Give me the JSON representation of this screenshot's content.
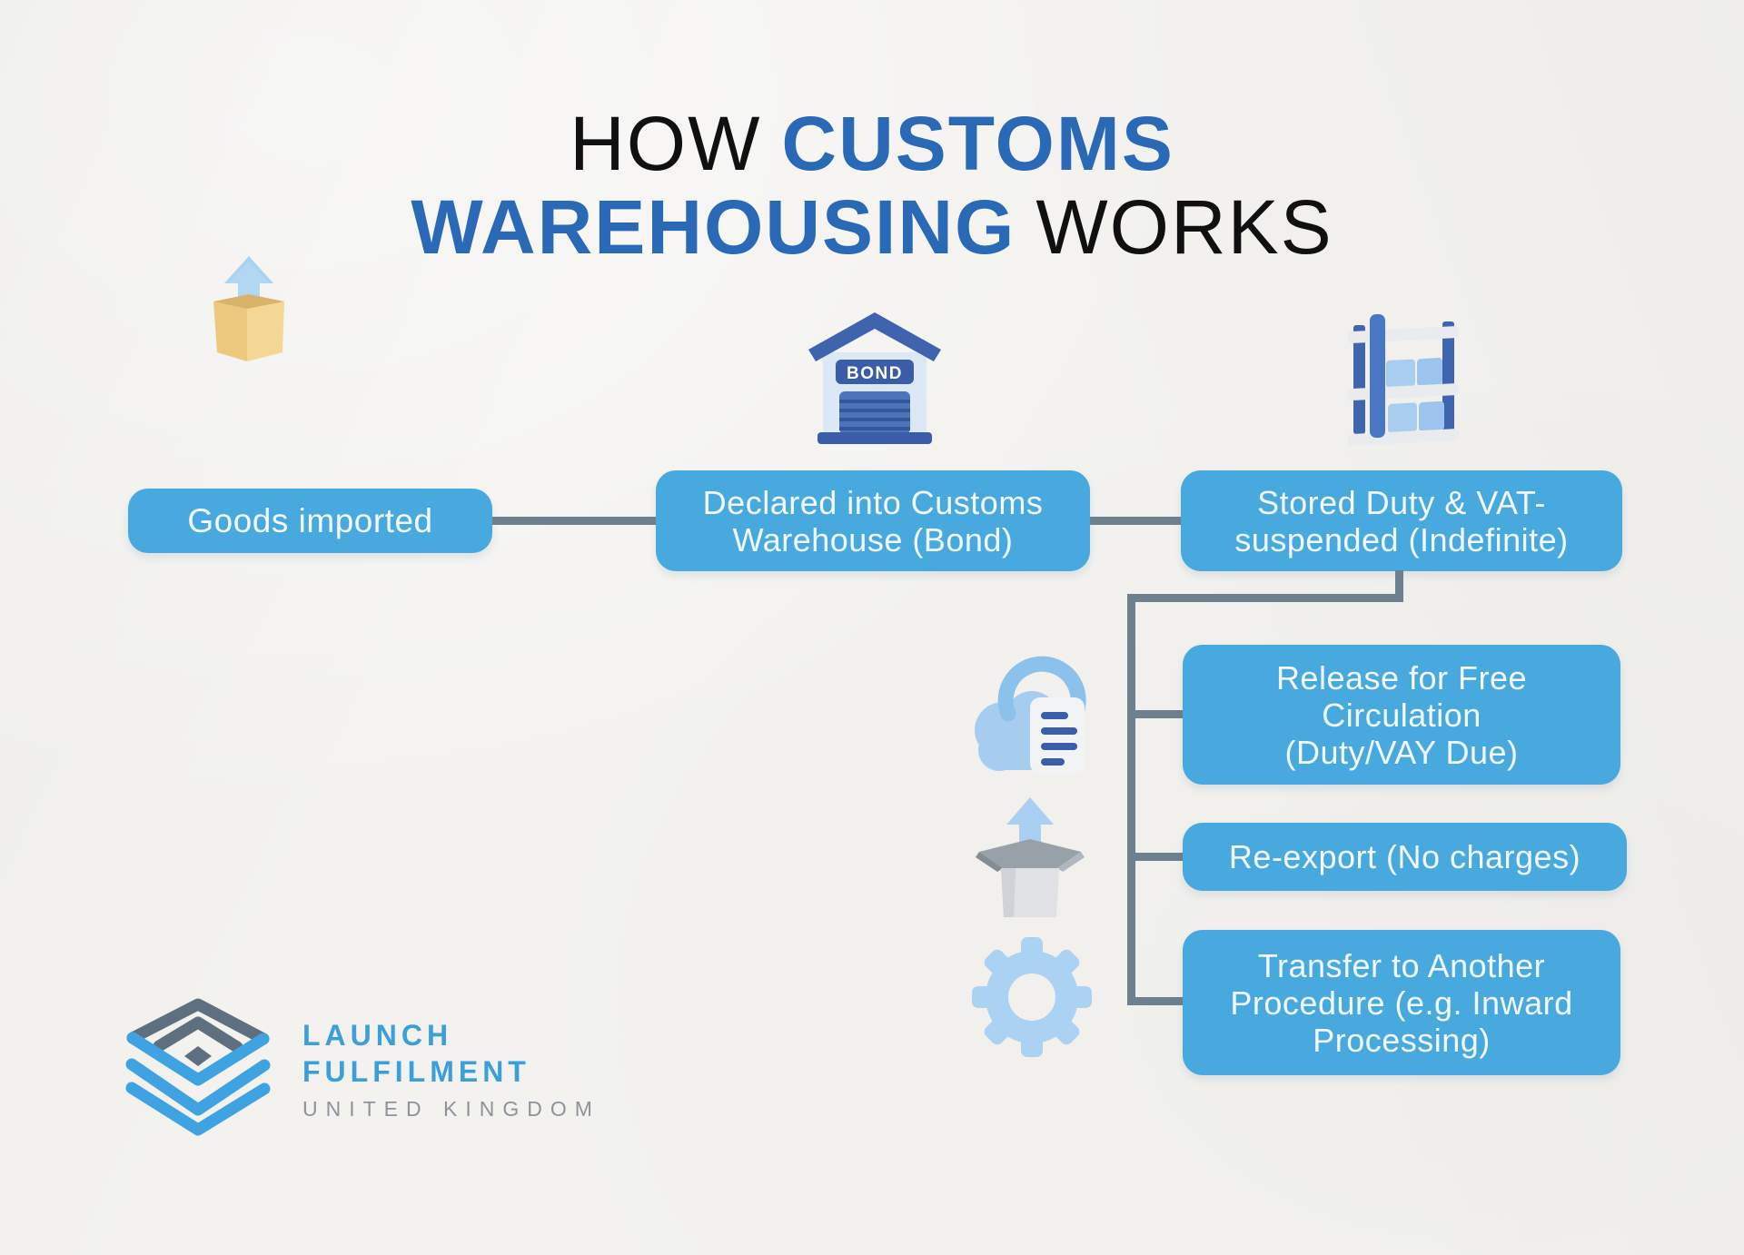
{
  "title": {
    "line1_light": "HOW",
    "line1_bold": "CUSTOMS",
    "line2_bold": "WAREHOUSING",
    "line2_light": "WORKS"
  },
  "flow": {
    "step1": {
      "label": "Goods imported"
    },
    "step2": {
      "lines": [
        "Declared into Customs",
        "Warehouse (Bond)"
      ],
      "sign_label": "BOND"
    },
    "step3": {
      "lines": [
        "Stored Duty & VAT-",
        "suspended (Indefinite)"
      ]
    },
    "outcomes": [
      {
        "lines": [
          "Release for Free",
          "Circulation",
          "(Duty/VAY Due)"
        ]
      },
      {
        "lines": [
          "Re-export (No charges)"
        ]
      },
      {
        "lines": [
          "Transfer to Another",
          "Procedure (e.g. Inward",
          "Processing)"
        ]
      }
    ]
  },
  "logo": {
    "line1": "LAUNCH",
    "line2": "FULFILMENT",
    "line3": "UNITED KINGDOM"
  },
  "colors": {
    "box_blue": "#47a9dd",
    "title_blue": "#2a69b6",
    "title_black": "#101010",
    "connector_gray": "#6d8090",
    "logo_blue": "#3ba0da",
    "logo_gray": "#5e7080",
    "background": "#f3f2ef"
  }
}
